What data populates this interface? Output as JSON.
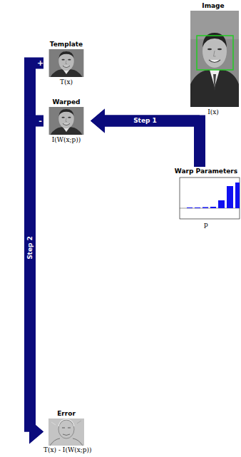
{
  "diagram": {
    "nodes": [
      {
        "text": [
          "Image",
          "I(x)"
        ]
      },
      {
        "text": [
          "Template",
          "T(x)"
        ]
      },
      {
        "text": [
          "Warped",
          "I(W(x;p))"
        ]
      },
      {
        "text": [
          "Warp Parameters",
          "p"
        ]
      },
      {
        "text": [
          "Error",
          "T(x) - I(W(x;p))"
        ]
      }
    ],
    "edges": [
      {
        "from": 0,
        "to": 2,
        "label": "Step 1",
        "arrow": "to"
      },
      {
        "from": 3,
        "to": 2,
        "arrow": "to"
      },
      {
        "from": 1,
        "to": 4,
        "label": "Step 2",
        "arrow": "to"
      },
      {
        "from": 2,
        "to": 4,
        "arrow": "to"
      }
    ],
    "labels": [
      "+",
      "-"
    ]
  }
}
